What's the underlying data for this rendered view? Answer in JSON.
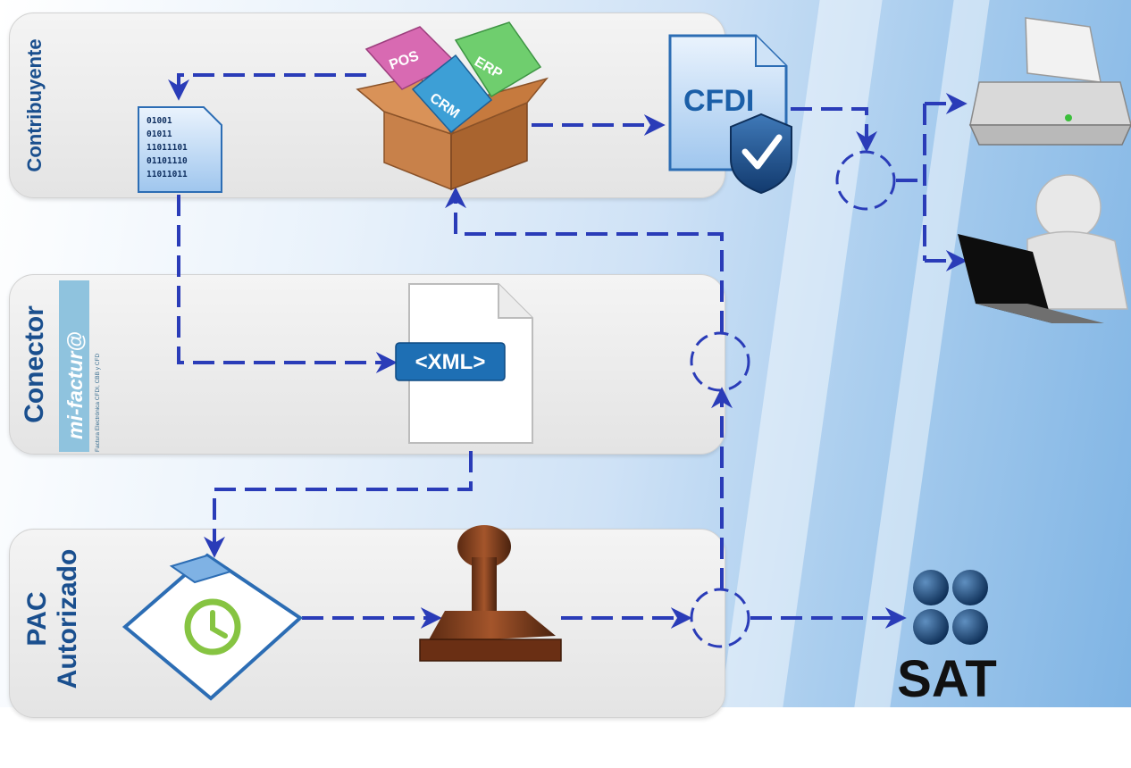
{
  "lanes": {
    "contribuyente": "Contribuyente",
    "conector": "Conector",
    "pac_line1": "PAC",
    "pac_line2": "Autorizado"
  },
  "logo": {
    "name": "mi-factur@",
    "tagline": "Factura Electrónica CFDI, CBB y CFD"
  },
  "binary_lines": [
    "01001",
    "01011",
    "11011101",
    "01101110",
    "11011011"
  ],
  "box_cubes": [
    "POS",
    "ERP",
    "CRM"
  ],
  "cfdi_label": "CFDI",
  "xml_label": "<XML>",
  "sat_label": "SAT",
  "colors": {
    "flow": "#2a3cb8",
    "lane_title": "#1a4f8e",
    "cfdi": "#1b5fa8"
  }
}
